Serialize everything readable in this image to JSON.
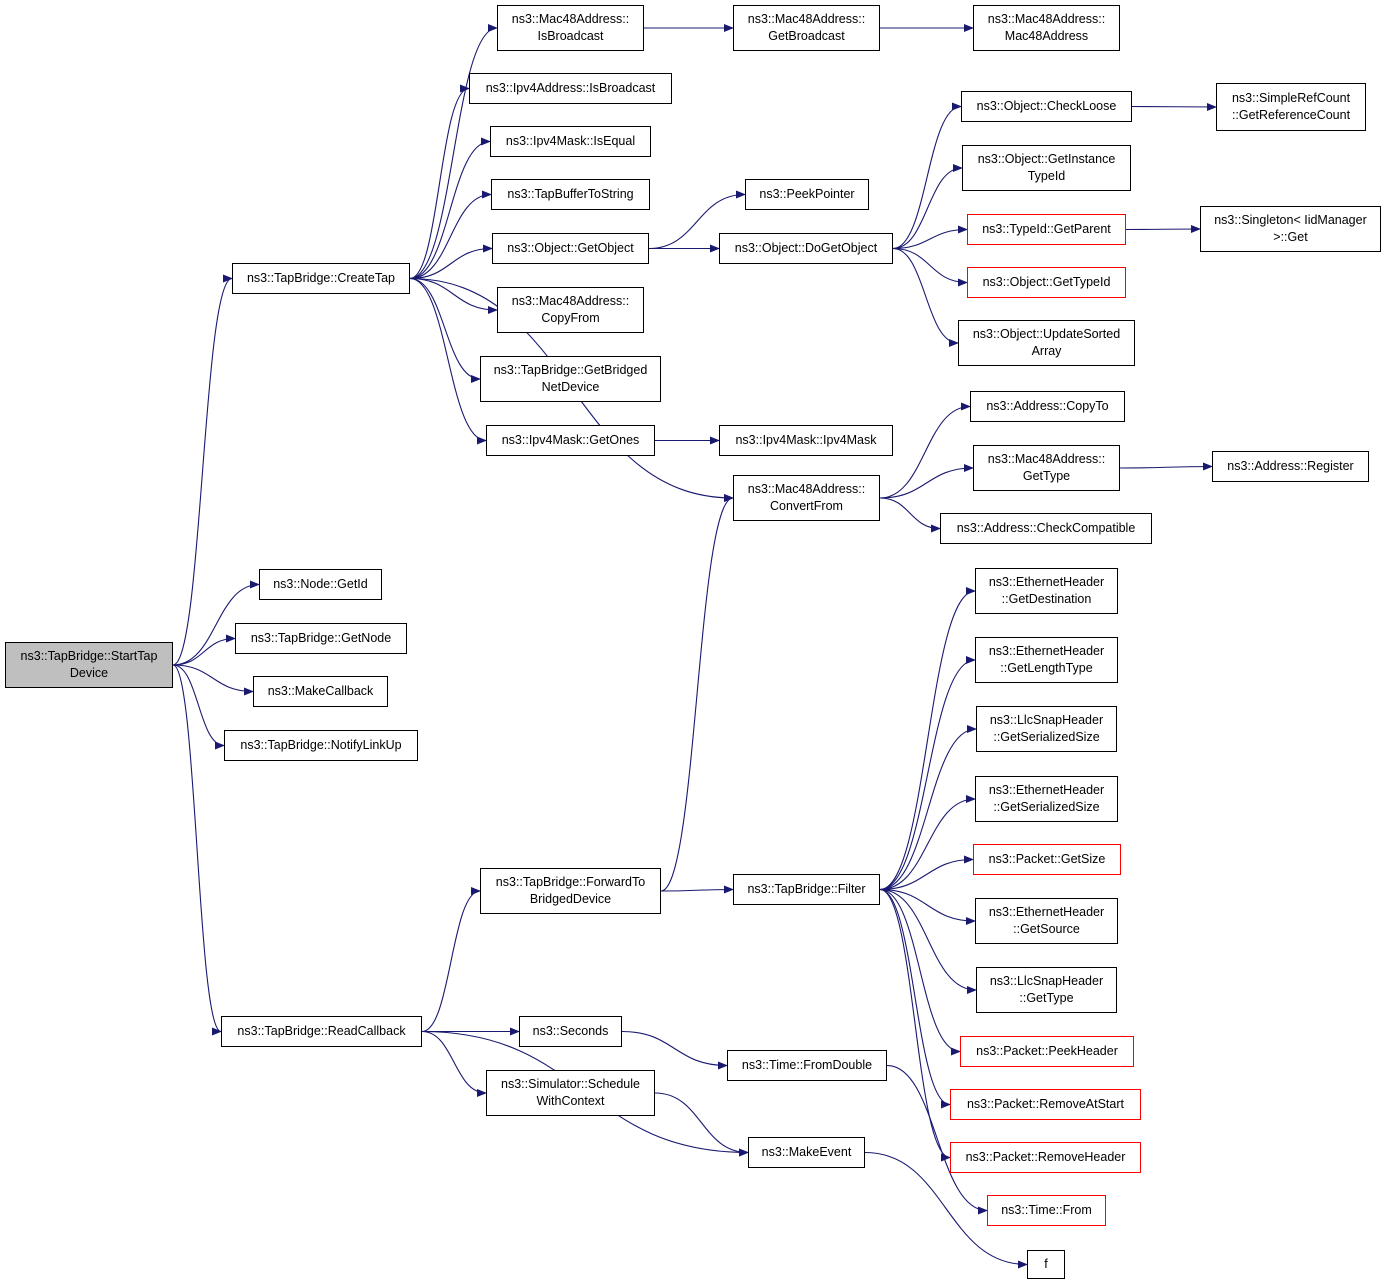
{
  "colors": {
    "edge": "#191970",
    "border": "#000000",
    "red_border": "#ff0000",
    "root_fill": "#bfbfbf"
  },
  "nodes": [
    {
      "id": "start",
      "label": "ns3::TapBridge::StartTap\nDevice",
      "style": "root"
    },
    {
      "id": "createtap",
      "label": "ns3::TapBridge::CreateTap"
    },
    {
      "id": "nodegetid",
      "label": "ns3::Node::GetId"
    },
    {
      "id": "getnode",
      "label": "ns3::TapBridge::GetNode"
    },
    {
      "id": "makecallback",
      "label": "ns3::MakeCallback"
    },
    {
      "id": "notifylinkup",
      "label": "ns3::TapBridge::NotifyLinkUp"
    },
    {
      "id": "readcallback",
      "label": "ns3::TapBridge::ReadCallback"
    },
    {
      "id": "mac_isbroadcast",
      "label": "ns3::Mac48Address::\nIsBroadcast"
    },
    {
      "id": "ipv4_isbroadcast",
      "label": "ns3::Ipv4Address::IsBroadcast"
    },
    {
      "id": "mask_isequal",
      "label": "ns3::Ipv4Mask::IsEqual"
    },
    {
      "id": "tapbuffer",
      "label": "ns3::TapBufferToString"
    },
    {
      "id": "getobject",
      "label": "ns3::Object::GetObject"
    },
    {
      "id": "mac_copyfrom",
      "label": "ns3::Mac48Address::\nCopyFrom"
    },
    {
      "id": "getbridged",
      "label": "ns3::TapBridge::GetBridged\nNetDevice"
    },
    {
      "id": "getones",
      "label": "ns3::Ipv4Mask::GetOnes"
    },
    {
      "id": "forwardto",
      "label": "ns3::TapBridge::ForwardTo\nBridgedDevice"
    },
    {
      "id": "seconds",
      "label": "ns3::Seconds"
    },
    {
      "id": "schedulectx",
      "label": "ns3::Simulator::Schedule\nWithContext"
    },
    {
      "id": "mac_getbroadcast",
      "label": "ns3::Mac48Address::\nGetBroadcast"
    },
    {
      "id": "peekpointer",
      "label": "ns3::PeekPointer"
    },
    {
      "id": "dogetobject",
      "label": "ns3::Object::DoGetObject"
    },
    {
      "id": "ipv4mask",
      "label": "ns3::Ipv4Mask::Ipv4Mask"
    },
    {
      "id": "mac_convertfrom",
      "label": "ns3::Mac48Address::\nConvertFrom"
    },
    {
      "id": "filter",
      "label": "ns3::TapBridge::Filter"
    },
    {
      "id": "fromdouble",
      "label": "ns3::Time::FromDouble"
    },
    {
      "id": "makeevent",
      "label": "ns3::MakeEvent"
    },
    {
      "id": "mac_ctor",
      "label": "ns3::Mac48Address::\nMac48Address"
    },
    {
      "id": "checkloose",
      "label": "ns3::Object::CheckLoose"
    },
    {
      "id": "getinstancetypeid",
      "label": "ns3::Object::GetInstance\nTypeId"
    },
    {
      "id": "typeid_getparent",
      "label": "ns3::TypeId::GetParent",
      "style": "red"
    },
    {
      "id": "object_gettypeid",
      "label": "ns3::Object::GetTypeId",
      "style": "red"
    },
    {
      "id": "updatesorted",
      "label": "ns3::Object::UpdateSorted\nArray"
    },
    {
      "id": "addr_copyto",
      "label": "ns3::Address::CopyTo"
    },
    {
      "id": "mac_gettype",
      "label": "ns3::Mac48Address::\nGetType"
    },
    {
      "id": "addr_checkcompat",
      "label": "ns3::Address::CheckCompatible"
    },
    {
      "id": "eth_getdest",
      "label": "ns3::EthernetHeader\n::GetDestination"
    },
    {
      "id": "eth_getlentype",
      "label": "ns3::EthernetHeader\n::GetLengthType"
    },
    {
      "id": "llc_getser",
      "label": "ns3::LlcSnapHeader\n::GetSerializedSize"
    },
    {
      "id": "eth_getser",
      "label": "ns3::EthernetHeader\n::GetSerializedSize"
    },
    {
      "id": "pkt_getsize",
      "label": "ns3::Packet::GetSize",
      "style": "red"
    },
    {
      "id": "eth_getsource",
      "label": "ns3::EthernetHeader\n::GetSource"
    },
    {
      "id": "llc_gettype",
      "label": "ns3::LlcSnapHeader\n::GetType"
    },
    {
      "id": "pkt_peekheader",
      "label": "ns3::Packet::PeekHeader",
      "style": "red"
    },
    {
      "id": "pkt_removeatstart",
      "label": "ns3::Packet::RemoveAtStart",
      "style": "red"
    },
    {
      "id": "pkt_removeheader",
      "label": "ns3::Packet::RemoveHeader",
      "style": "red"
    },
    {
      "id": "time_from",
      "label": "ns3::Time::From",
      "style": "red"
    },
    {
      "id": "f",
      "label": "f"
    },
    {
      "id": "simplerefcount",
      "label": "ns3::SimpleRefCount\n::GetReferenceCount"
    },
    {
      "id": "singleton_get",
      "label": "ns3::Singleton< IidManager\n>::Get"
    },
    {
      "id": "addr_register",
      "label": "ns3::Address::Register"
    }
  ],
  "edges": [
    [
      "start",
      "createtap"
    ],
    [
      "start",
      "nodegetid"
    ],
    [
      "start",
      "getnode"
    ],
    [
      "start",
      "makecallback"
    ],
    [
      "start",
      "notifylinkup"
    ],
    [
      "start",
      "readcallback"
    ],
    [
      "createtap",
      "mac_isbroadcast"
    ],
    [
      "createtap",
      "ipv4_isbroadcast"
    ],
    [
      "createtap",
      "mask_isequal"
    ],
    [
      "createtap",
      "tapbuffer"
    ],
    [
      "createtap",
      "getobject"
    ],
    [
      "createtap",
      "mac_copyfrom"
    ],
    [
      "createtap",
      "getbridged"
    ],
    [
      "createtap",
      "getones"
    ],
    [
      "createtap",
      "mac_convertfrom"
    ],
    [
      "mac_isbroadcast",
      "mac_getbroadcast"
    ],
    [
      "mac_getbroadcast",
      "mac_ctor"
    ],
    [
      "getobject",
      "peekpointer"
    ],
    [
      "getobject",
      "dogetobject"
    ],
    [
      "dogetobject",
      "checkloose"
    ],
    [
      "dogetobject",
      "getinstancetypeid"
    ],
    [
      "dogetobject",
      "typeid_getparent"
    ],
    [
      "dogetobject",
      "object_gettypeid"
    ],
    [
      "dogetobject",
      "updatesorted"
    ],
    [
      "checkloose",
      "simplerefcount"
    ],
    [
      "typeid_getparent",
      "singleton_get"
    ],
    [
      "getones",
      "ipv4mask"
    ],
    [
      "mac_convertfrom",
      "addr_copyto"
    ],
    [
      "mac_convertfrom",
      "mac_gettype"
    ],
    [
      "mac_convertfrom",
      "addr_checkcompat"
    ],
    [
      "mac_gettype",
      "addr_register"
    ],
    [
      "readcallback",
      "forwardto"
    ],
    [
      "readcallback",
      "seconds"
    ],
    [
      "readcallback",
      "schedulectx"
    ],
    [
      "readcallback",
      "makeevent"
    ],
    [
      "forwardto",
      "mac_convertfrom"
    ],
    [
      "forwardto",
      "filter"
    ],
    [
      "filter",
      "eth_getdest"
    ],
    [
      "filter",
      "eth_getlentype"
    ],
    [
      "filter",
      "llc_getser"
    ],
    [
      "filter",
      "eth_getser"
    ],
    [
      "filter",
      "pkt_getsize"
    ],
    [
      "filter",
      "eth_getsource"
    ],
    [
      "filter",
      "llc_gettype"
    ],
    [
      "filter",
      "pkt_peekheader"
    ],
    [
      "filter",
      "pkt_removeatstart"
    ],
    [
      "filter",
      "pkt_removeheader"
    ],
    [
      "seconds",
      "fromdouble"
    ],
    [
      "fromdouble",
      "time_from"
    ],
    [
      "schedulectx",
      "makeevent"
    ],
    [
      "makeevent",
      "f"
    ]
  ]
}
